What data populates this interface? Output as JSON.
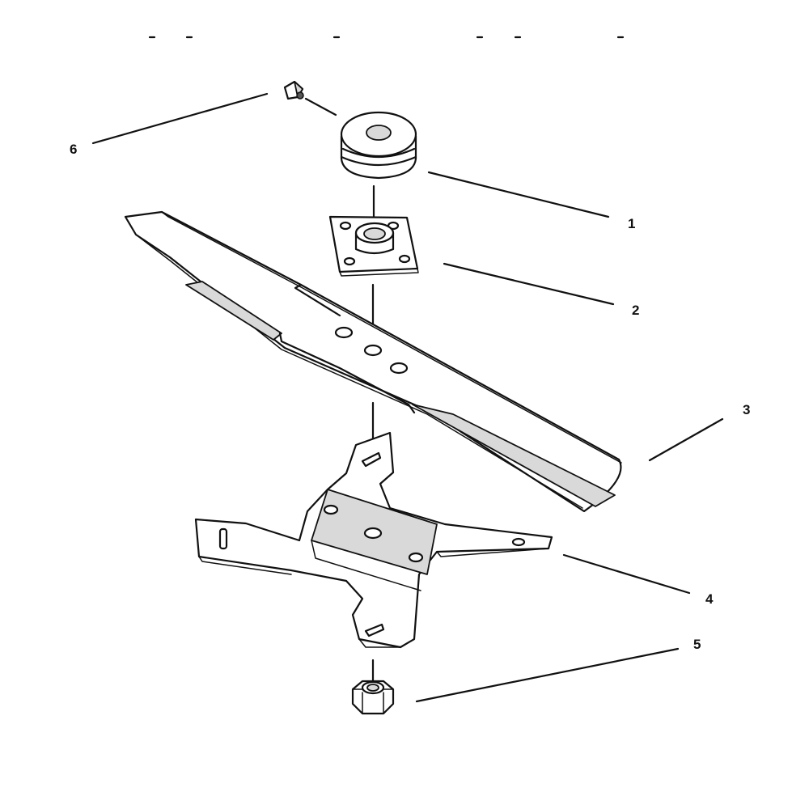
{
  "callouts": [
    {
      "id": "pulley",
      "label": "1"
    },
    {
      "id": "adapter",
      "label": "2"
    },
    {
      "id": "blade",
      "label": "3"
    },
    {
      "id": "stiffener",
      "label": "4"
    },
    {
      "id": "nut",
      "label": "5"
    },
    {
      "id": "key",
      "label": "6"
    }
  ],
  "colors": {
    "line": "#111111",
    "background": "#ffffff"
  }
}
